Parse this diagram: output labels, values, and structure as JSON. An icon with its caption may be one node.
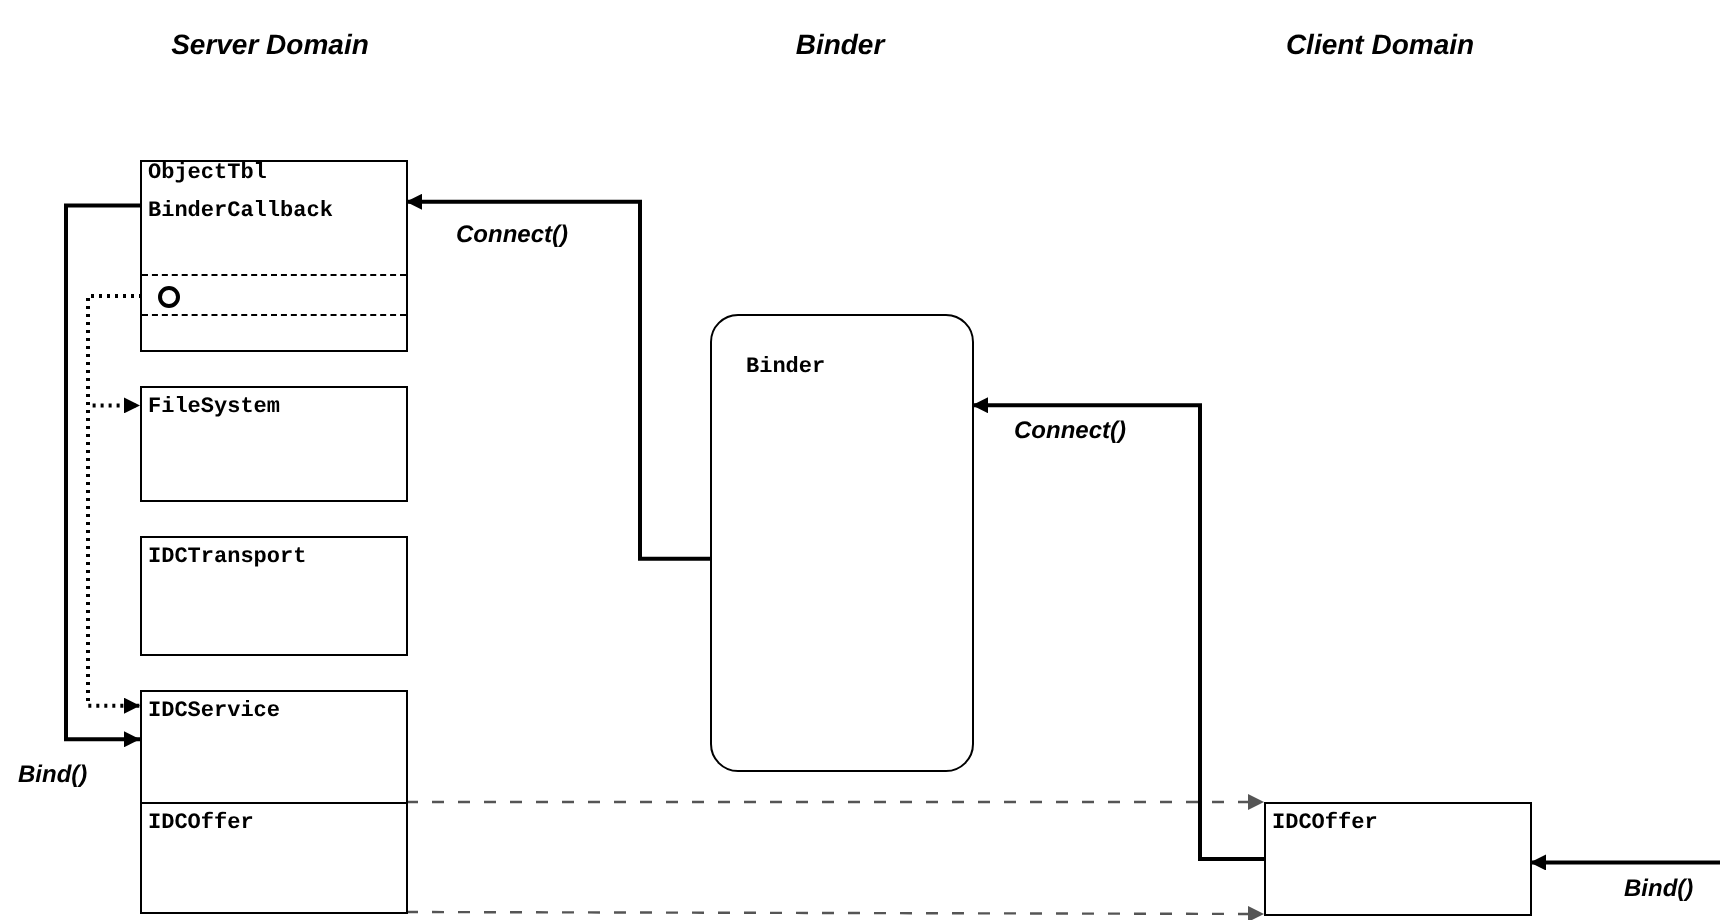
{
  "diagram": {
    "nodes": [
      {
        "text": [
          "ObjectTbl",
          "BinderCallback"
        ]
      },
      {
        "text": [],
        "shape": "circle",
        "in": 0
      },
      {
        "text": [
          "FileSystem"
        ]
      },
      {
        "text": [
          "IDCTransport"
        ]
      },
      {
        "text": [
          "IDCService"
        ]
      },
      {
        "text": [
          "IDCOffer"
        ]
      },
      {
        "text": [
          "Binder"
        ]
      },
      {
        "text": [
          "IDCOffer"
        ]
      }
    ],
    "edges": [
      {
        "from": 6,
        "to": 0,
        "arrow": "to",
        "label": "Connect()"
      },
      {
        "from": 7,
        "to": 6,
        "arrow": "to",
        "label": "Connect()"
      },
      {
        "from": null,
        "to": 7,
        "arrow": "to",
        "label": "Bind()"
      },
      {
        "from": 0,
        "to": 4,
        "arrow": "to",
        "label": "Bind()"
      },
      {
        "from": 1,
        "to": 2,
        "arrow": "to",
        "style": "dashed"
      },
      {
        "from": 1,
        "to": 4,
        "arrow": "to",
        "style": "dashed"
      },
      {
        "from": 5,
        "to": 7,
        "arrow": "to",
        "style": "dashed",
        "color": "#555555"
      },
      {
        "from": 5,
        "to": 7,
        "arrow": "to",
        "style": "dashed",
        "color": "#555555"
      }
    ],
    "labels": [
      "Server Domain",
      "Binder",
      "Client Domain"
    ]
  }
}
